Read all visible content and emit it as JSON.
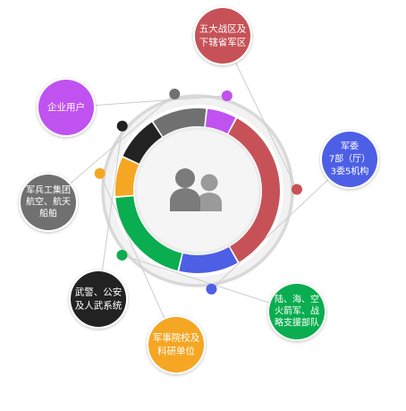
{
  "center_icon": "users-icon",
  "segments": [
    {
      "id": "theater",
      "lines": [
        "五大战区及",
        "下辖省军区"
      ],
      "color": "#c65257",
      "text_color": "#ffffff",
      "share": 0.34
    },
    {
      "id": "cmc",
      "lines": [
        "军委",
        "7部（厅）",
        "3委5机构"
      ],
      "color": "#4d5fe5",
      "text_color": "#ffffff",
      "share": 0.12
    },
    {
      "id": "services",
      "lines": [
        "陆、海、空",
        "火箭军、战",
        "略支援部队"
      ],
      "color": "#0aad4f",
      "text_color": "#ffffff",
      "share": 0.2
    },
    {
      "id": "academies",
      "lines": [
        "军事院校及",
        "科研单位"
      ],
      "color": "#f5a623",
      "text_color": "#ffffff",
      "share": 0.08
    },
    {
      "id": "police",
      "lines": [
        "武警、公安",
        "及人武系统"
      ],
      "color": "#222222",
      "text_color": "#ffffff",
      "share": 0.09
    },
    {
      "id": "industry",
      "lines": [
        "军兵工集团",
        "航空、航天",
        "船舶"
      ],
      "color": "#707070",
      "text_color": "#ffffff",
      "share": 0.11
    },
    {
      "id": "enterprise",
      "lines": [
        "企业用户"
      ],
      "color": "#c052f0",
      "text_color": "#ffffff",
      "share": 0.06
    }
  ]
}
